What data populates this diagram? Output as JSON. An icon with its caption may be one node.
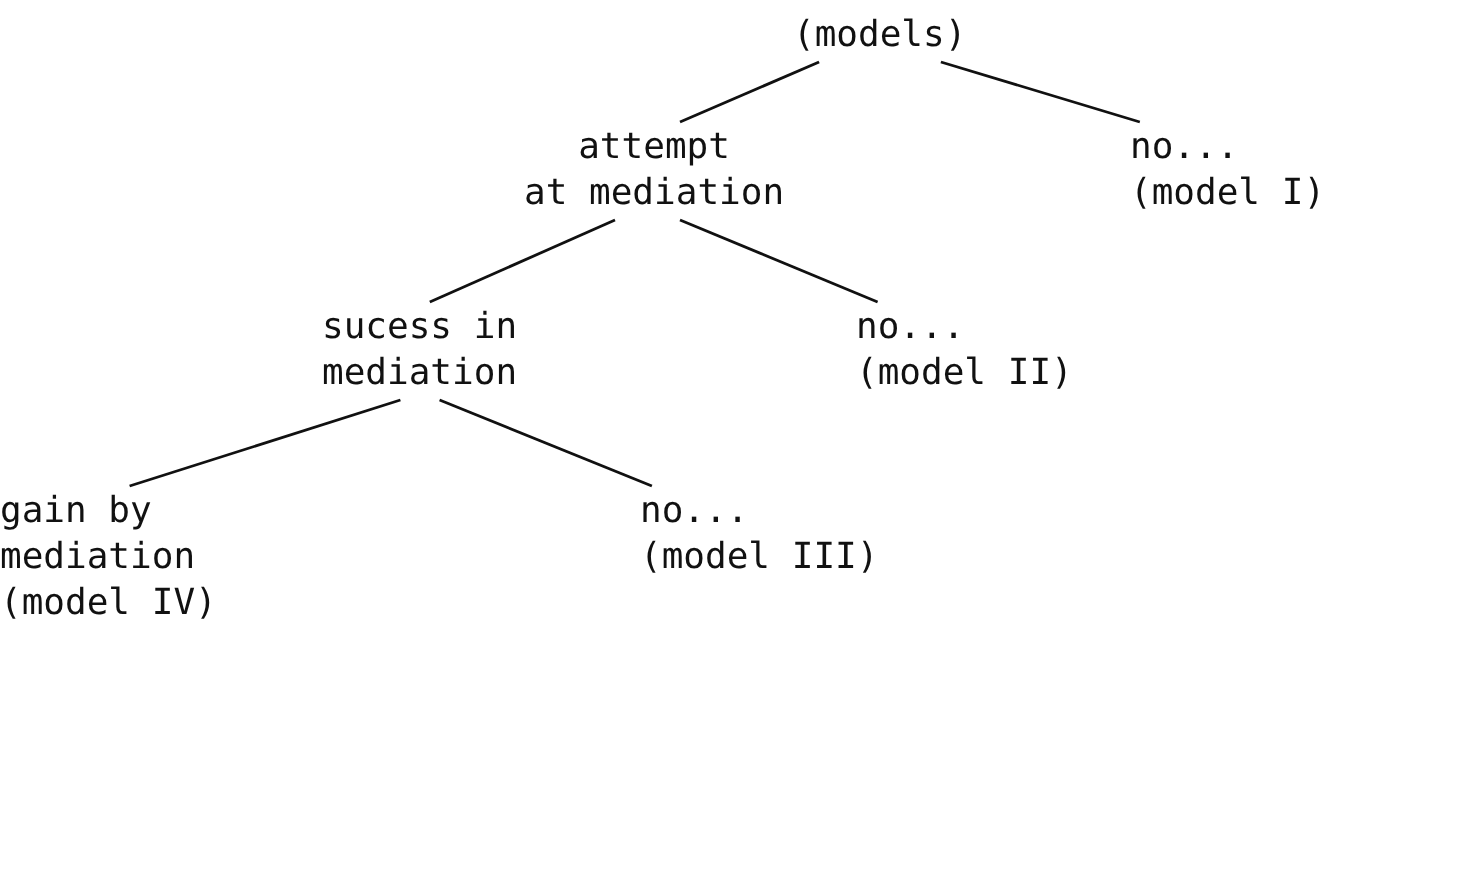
{
  "diagram": {
    "nodes": [
      {
        "text": [
          "(models)"
        ]
      },
      {
        "text": [
          "attempt at mediation"
        ]
      },
      {
        "text": [
          "no... (model I)"
        ]
      },
      {
        "text": [
          "sucess in mediation"
        ]
      },
      {
        "text": [
          "no... (model II)"
        ]
      },
      {
        "text": [
          "gain by mediation (model IV)"
        ]
      },
      {
        "text": [
          "no... (model III)"
        ]
      }
    ],
    "edges": [
      {
        "from": 0,
        "to": 1,
        "arrow": "none"
      },
      {
        "from": 0,
        "to": 2,
        "arrow": "none"
      },
      {
        "from": 1,
        "to": 3,
        "arrow": "none"
      },
      {
        "from": 1,
        "to": 4,
        "arrow": "none"
      },
      {
        "from": 3,
        "to": 5,
        "arrow": "none"
      },
      {
        "from": 3,
        "to": 6,
        "arrow": "none"
      }
    ]
  }
}
